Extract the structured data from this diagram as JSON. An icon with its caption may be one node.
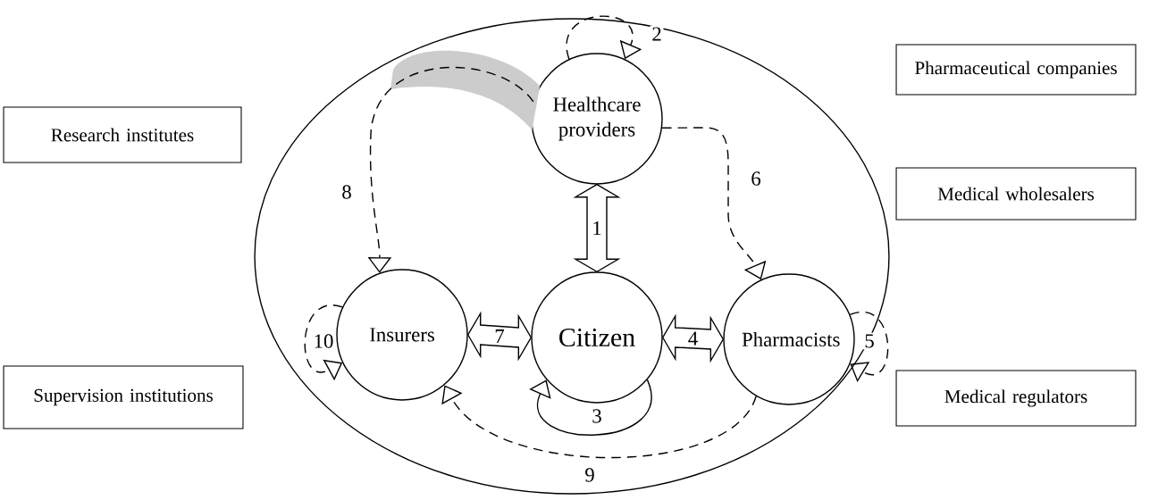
{
  "diagram": {
    "nodes": [
      {
        "text": [],
        "shape": "ellipse"
      },
      {
        "text": [
          "Healthcare providers"
        ],
        "in": 0
      },
      {
        "text": [
          "Insurers"
        ],
        "in": 0
      },
      {
        "text": [
          "Citizen"
        ],
        "in": 0
      },
      {
        "text": [
          "Pharmacists"
        ],
        "in": 0
      },
      {
        "text": [
          "Pharmaceutical companies"
        ]
      },
      {
        "text": [
          "Research institutes"
        ]
      },
      {
        "text": [
          "Medical wholesalers"
        ]
      },
      {
        "text": [
          "Supervision institutions"
        ]
      },
      {
        "text": [
          "Medical regulators"
        ]
      }
    ],
    "edges": [
      {
        "from": 1,
        "to": 3,
        "arrow": "both",
        "label": "1"
      },
      {
        "from": 1,
        "to": 1,
        "arrow": "to",
        "label": "2",
        "style": "dashed"
      },
      {
        "from": 3,
        "to": 3,
        "arrow": "to",
        "label": "3"
      },
      {
        "from": 3,
        "to": 4,
        "arrow": "both",
        "label": "4"
      },
      {
        "from": 4,
        "to": 4,
        "arrow": "to",
        "label": "5",
        "style": "dashed"
      },
      {
        "from": 1,
        "to": 4,
        "arrow": "to",
        "label": "6",
        "style": "dashed"
      },
      {
        "from": 2,
        "to": 3,
        "arrow": "both",
        "label": "7"
      },
      {
        "from": 1,
        "to": 2,
        "arrow": "to",
        "label": "8",
        "style": "dashed"
      },
      {
        "from": 4,
        "to": 2,
        "arrow": "to",
        "label": "9",
        "style": "dashed"
      },
      {
        "from": 2,
        "to": 2,
        "arrow": "to",
        "label": "10",
        "style": "dashed"
      }
    ]
  }
}
